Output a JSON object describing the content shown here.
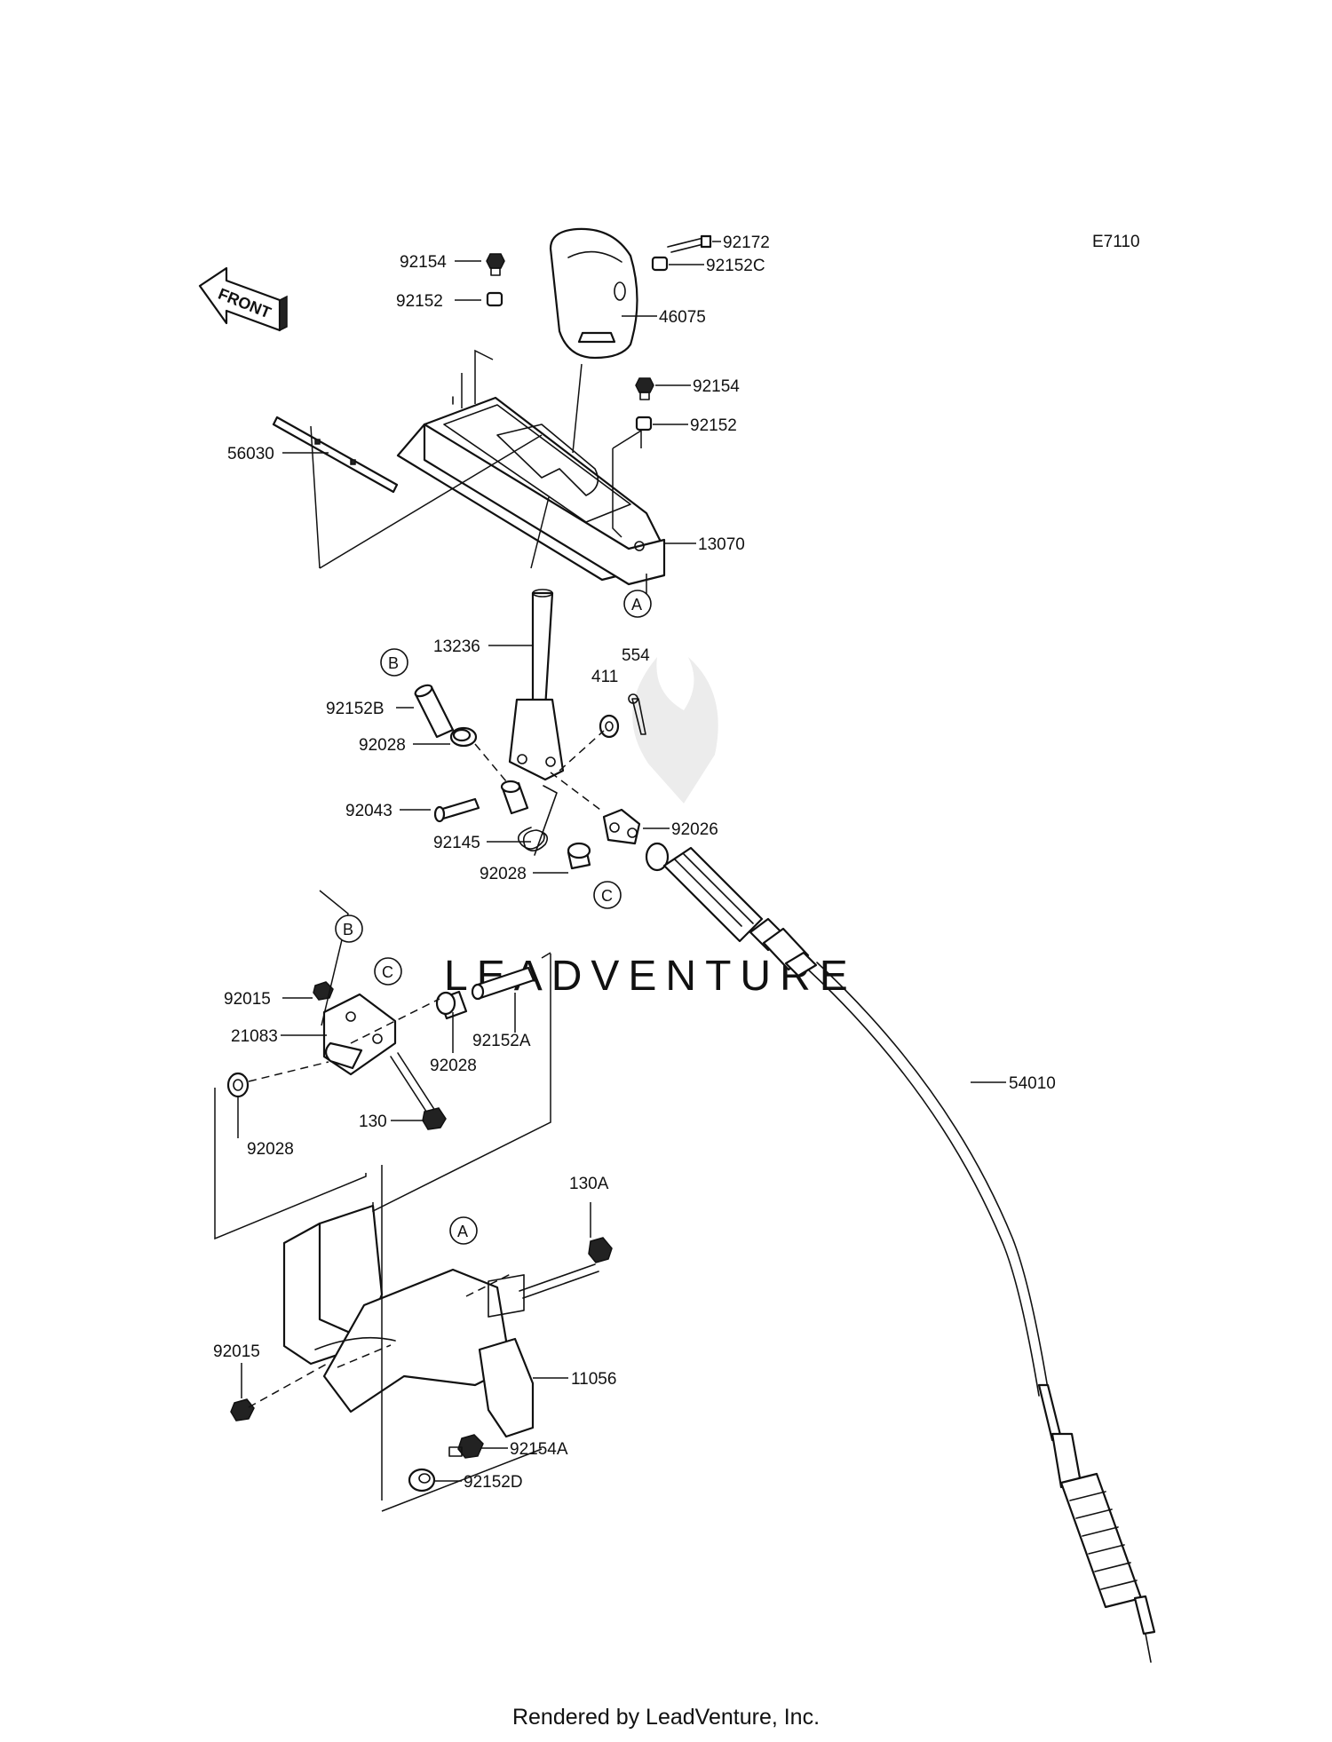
{
  "diagram": {
    "code": "E7110",
    "front_label": "FRONT",
    "watermark": "LEADVENTURE",
    "footer": "Rendered by LeadVenture, Inc.",
    "parts": [
      {
        "id": "92172",
        "label": "92172"
      },
      {
        "id": "92152C",
        "label": "92152C"
      },
      {
        "id": "46075",
        "label": "46075"
      },
      {
        "id": "92154-top",
        "label": "92154"
      },
      {
        "id": "92152-top",
        "label": "92152"
      },
      {
        "id": "92154-right",
        "label": "92154"
      },
      {
        "id": "92152-right",
        "label": "92152"
      },
      {
        "id": "56030",
        "label": "56030"
      },
      {
        "id": "13070",
        "label": "13070"
      },
      {
        "id": "13236",
        "label": "13236"
      },
      {
        "id": "92152B",
        "label": "92152B"
      },
      {
        "id": "554",
        "label": "554"
      },
      {
        "id": "411",
        "label": "411"
      },
      {
        "id": "92028-a",
        "label": "92028"
      },
      {
        "id": "92043",
        "label": "92043"
      },
      {
        "id": "92145",
        "label": "92145"
      },
      {
        "id": "92026",
        "label": "92026"
      },
      {
        "id": "92028-b",
        "label": "92028"
      },
      {
        "id": "92015-a",
        "label": "92015"
      },
      {
        "id": "21083",
        "label": "21083"
      },
      {
        "id": "92028-c",
        "label": "92028"
      },
      {
        "id": "92152A",
        "label": "92152A"
      },
      {
        "id": "130",
        "label": "130"
      },
      {
        "id": "92028-d",
        "label": "92028"
      },
      {
        "id": "54010",
        "label": "54010"
      },
      {
        "id": "130A",
        "label": "130A"
      },
      {
        "id": "92015-b",
        "label": "92015"
      },
      {
        "id": "11056",
        "label": "11056"
      },
      {
        "id": "92154A",
        "label": "92154A"
      },
      {
        "id": "92152D",
        "label": "92152D"
      }
    ],
    "callouts": [
      {
        "id": "A-top",
        "letter": "A"
      },
      {
        "id": "B-top",
        "letter": "B"
      },
      {
        "id": "C-top",
        "letter": "C"
      },
      {
        "id": "B-bottom",
        "letter": "B"
      },
      {
        "id": "C-bottom",
        "letter": "C"
      },
      {
        "id": "A-bottom",
        "letter": "A"
      }
    ]
  }
}
